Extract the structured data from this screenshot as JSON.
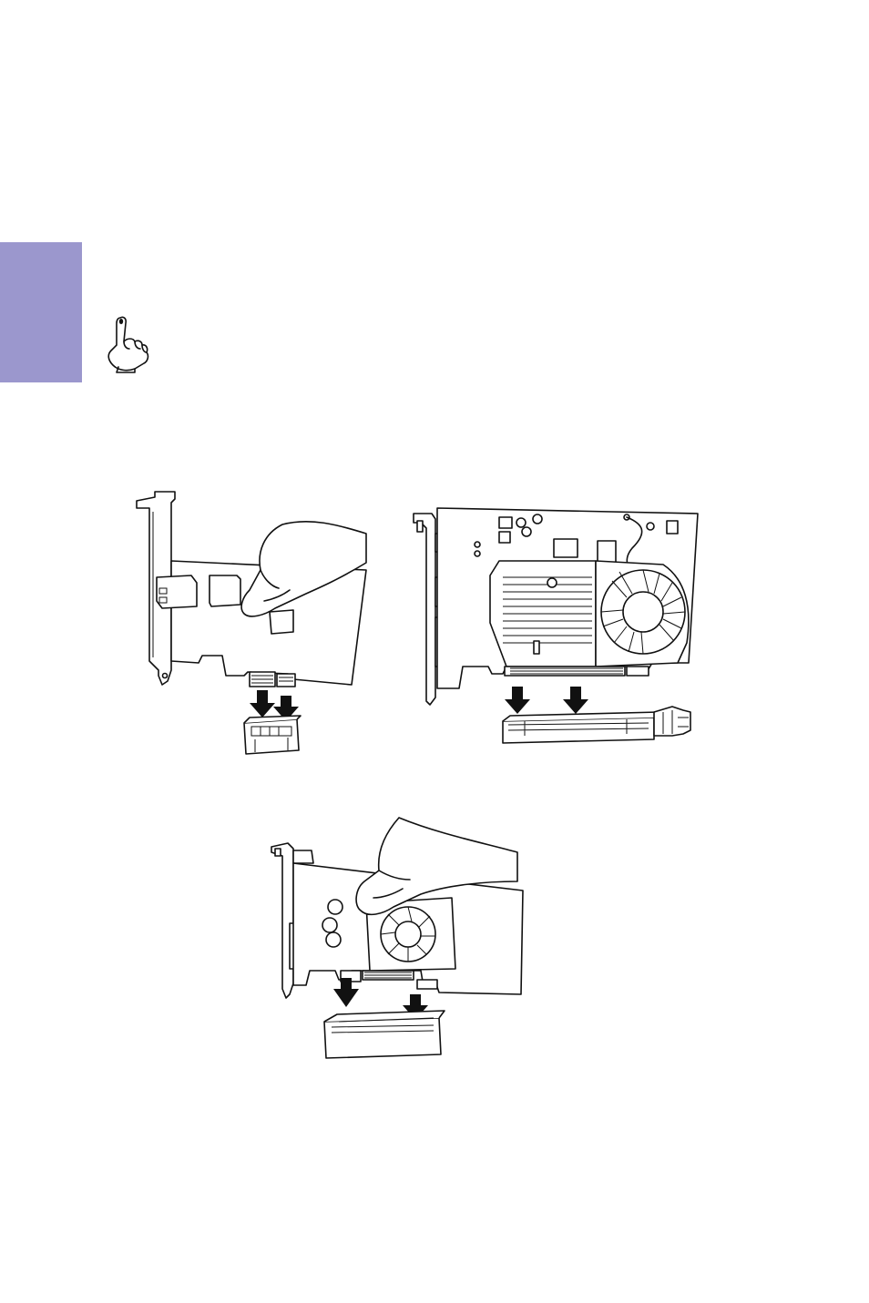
{
  "page": {
    "side_tab_color": "#9b97cd",
    "line_color": "#111111"
  },
  "icons": {
    "note": "pointing-hand-icon"
  },
  "figures": [
    {
      "id": "pcie-x1-card-installation",
      "icon": "pcie-x1-card-illustration"
    },
    {
      "id": "pcie-x16-graphics-card-installation",
      "icon": "pcie-x16-graphics-card-illustration"
    },
    {
      "id": "low-profile-graphics-card-installation",
      "icon": "low-profile-card-illustration"
    }
  ]
}
